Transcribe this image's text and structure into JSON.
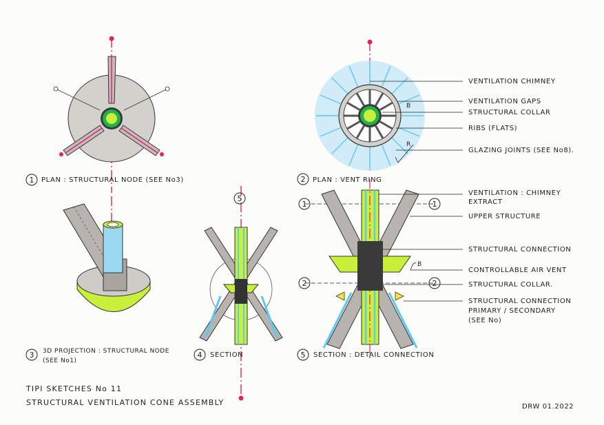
{
  "colors": {
    "ink": "#1e1e1e",
    "lime": "#c8f03a",
    "green": "#22b24a",
    "cyan": "#5ec8f2",
    "cyan_soft": "#bfe6f7",
    "grey": "#cfcbc7",
    "dark_grey": "#9a9591",
    "axis_magenta": "#e0245e"
  },
  "views": [
    {
      "num": "1",
      "caption": "PLAN : STRUCTURAL NODE (SEE No3)"
    },
    {
      "num": "2",
      "caption": "PLAN : VENT RING"
    },
    {
      "num": "3",
      "caption_line1": "3D PROJECTION : STRUCTURAL NODE",
      "caption_line2": "(SEE No1)"
    },
    {
      "num": "4",
      "caption": "SECTION"
    },
    {
      "num": "5",
      "caption": "SECTION : DETAIL CONNECTION"
    }
  ],
  "section_markers": {
    "top": "5",
    "left_upper": "1",
    "right_upper": "1",
    "left_lower": "2",
    "right_lower": "2"
  },
  "vent_ring_callouts": [
    "VENTILATION CHIMNEY",
    "VENTILATION GAPS",
    "STRUCTURAL COLLAR",
    "RIBS (FLATS)",
    "GLAZING JOINTS (SEE No8)."
  ],
  "vent_ring_marks": {
    "b": "B",
    "r": "R"
  },
  "section_callouts": [
    {
      "line1": "VENTILATION : CHIMNEY",
      "line2": "EXTRACT"
    },
    {
      "line1": "UPPER STRUCTURE"
    },
    {
      "line1": "STRUCTURAL CONNECTION"
    },
    {
      "line1": "CONTROLLABLE AIR VENT"
    },
    {
      "line1": "STRUCTURAL COLLAR."
    },
    {
      "line1": "STRUCTURAL CONNECTION",
      "line2": "PRIMARY / SECONDARY",
      "line3": "(SEE No)"
    }
  ],
  "section_mark_b": "B",
  "title": {
    "line1": "TIPI SKETCHES No 11",
    "line2": "STRUCTURAL VENTILATION CONE ASSEMBLY"
  },
  "signature": "DRW 01.2022"
}
